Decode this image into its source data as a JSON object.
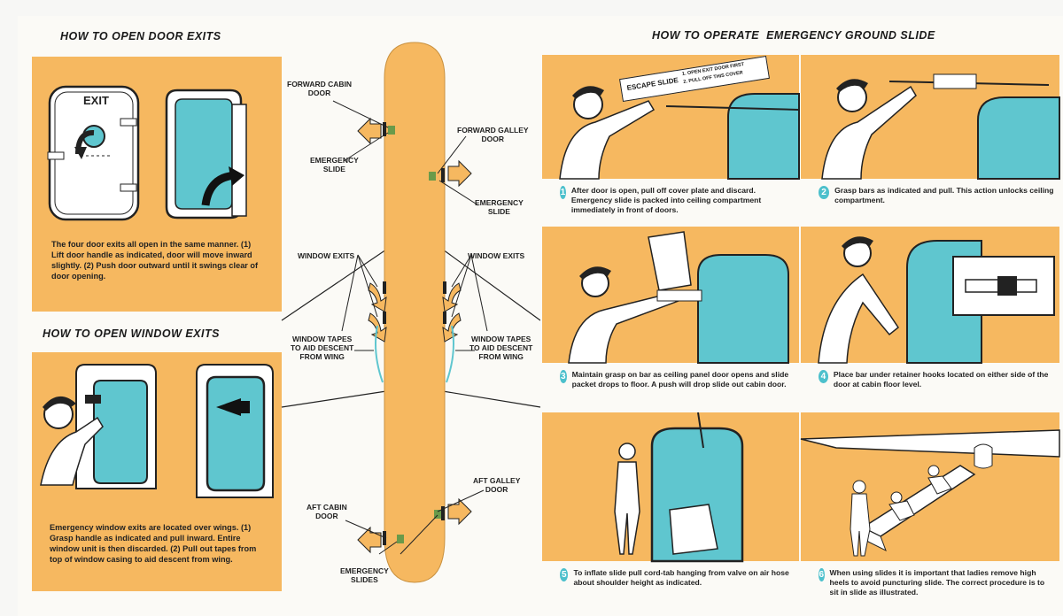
{
  "left_panel": {
    "door_heading": "HOW TO OPEN DOOR EXITS",
    "exit_sign": "EXIT",
    "door_caption": "The four door exits all open in the same manner. (1) Lift door handle as indicated, door will move inward slightly. (2) Push door outward until it swings clear of door opening.",
    "window_heading": "HOW TO OPEN WINDOW EXITS",
    "window_caption": "Emergency window exits are located over wings. (1) Grasp handle as indicated and pull inward. Entire window unit is then discarded. (2) Pull out tapes from top of window casing to aid descent from wing."
  },
  "diagram": {
    "forward_cabin_door": "FORWARD CABIN\nDOOR",
    "emergency_slide_left": "EMERGENCY\nSLIDE",
    "forward_galley_door": "FORWARD GALLEY\nDOOR",
    "emergency_slide_right": "EMERGENCY\nSLIDE",
    "window_exits_left": "WINDOW EXITS",
    "window_exits_right": "WINDOW EXITS",
    "window_tapes_left": "WINDOW TAPES\nTO AID DESCENT\nFROM WING",
    "window_tapes_right": "WINDOW TAPES\nTO AID DESCENT\nFROM WING",
    "aft_cabin_door": "AFT CABIN\nDOOR",
    "aft_galley_door": "AFT GALLEY\nDOOR",
    "emergency_slides": "EMERGENCY\nSLIDES"
  },
  "right_panel": {
    "heading": "HOW TO OPERATE  EMERGENCY GROUND SLIDE",
    "placard": {
      "title": "ESCAPE SLIDE",
      "line1": "1. OPEN EXIT DOOR FIRST",
      "line2": "2. PULL OFF THIS COVER"
    },
    "steps": [
      {
        "n": "1",
        "text": "After door is open, pull off cover plate and discard. Emergency slide is packed into ceiling compartment immediately in front of doors."
      },
      {
        "n": "2",
        "text": "Grasp bars as indicated and pull. This action unlocks ceiling compartment."
      },
      {
        "n": "3",
        "text": "Maintain grasp on bar as ceiling panel door opens and slide packet drops to floor. A push will drop slide out cabin door."
      },
      {
        "n": "4",
        "text": "Place bar under retainer hooks located on either side of the door at cabin floor level."
      },
      {
        "n": "5",
        "text": "To inflate slide pull cord-tab hanging from valve on air hose about shoulder height as indicated."
      },
      {
        "n": "6",
        "text": "When using slides it is important that ladies remove high heels to avoid puncturing slide. The correct procedure is to sit in slide as illustrated."
      }
    ]
  },
  "colors": {
    "orange": "#f6b860",
    "teal": "#5fc6cf",
    "green": "#6a9a4a",
    "paper": "#fbfaf6"
  }
}
